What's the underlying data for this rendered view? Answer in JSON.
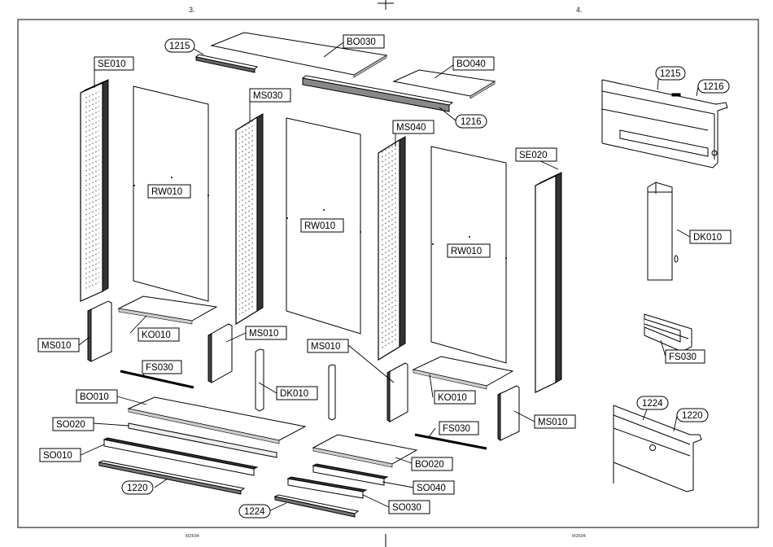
{
  "page_numbers": {
    "left": "3.",
    "right": "4."
  },
  "drawing_codes": {
    "left": "M2694",
    "right": "M2694"
  },
  "labels": {
    "se010": "SE010",
    "se020": "SE020",
    "rw010_a": "RW010",
    "rw010_b": "RW010",
    "rw010_c": "RW010",
    "ms030": "MS030",
    "ms040": "MS040",
    "ms010_a": "MS010",
    "ms010_b": "MS010",
    "ms010_c": "MS010",
    "ms010_d": "MS010",
    "bo030": "BO030",
    "bo040": "BO040",
    "bo010": "BO010",
    "bo020": "BO020",
    "ko010_a": "KO010",
    "ko010_b": "KO010",
    "fs030_a": "FS030",
    "fs030_b": "FS030",
    "fs030_c": "FS030",
    "dk010_a": "DK010",
    "dk010_b": "DK010",
    "so020": "SO020",
    "so010": "SO010",
    "so040": "SO040",
    "so030": "SO030",
    "n1215_a": "1215",
    "n1216_a": "1216",
    "n1215_b": "1215",
    "n1216_b": "1216",
    "n1220_a": "1220",
    "n1224_a": "1224",
    "n1224_b": "1224",
    "n1220_b": "1220"
  }
}
